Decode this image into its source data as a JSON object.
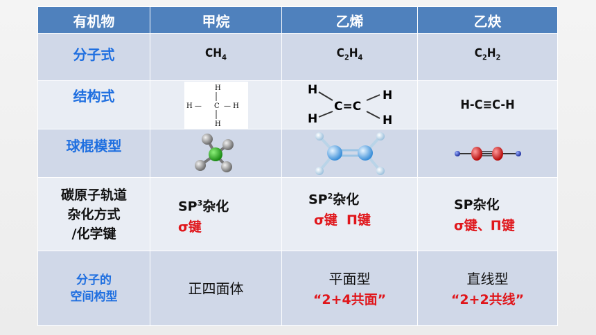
{
  "header": {
    "col0": "有机物",
    "col1": "甲烷",
    "col2": "乙烯",
    "col3": "乙炔"
  },
  "rows": {
    "formula": {
      "label": "分子式",
      "methane": {
        "base": "CH",
        "sub": "4"
      },
      "ethylene": {
        "c": "C",
        "c_sub": "2",
        "h": "H",
        "h_sub": "4"
      },
      "acetylene": {
        "c": "C",
        "c_sub": "2",
        "h": "H",
        "h_sub": "2"
      }
    },
    "structure": {
      "label": "结构式",
      "methane": {
        "h_top": "H",
        "h_left": "H —",
        "c": "C",
        "h_right": "— H",
        "h_bottom": "H"
      },
      "ethylene": {
        "h1": "H",
        "h2": "H",
        "h3": "H",
        "h4": "H",
        "cc": "C=C"
      },
      "acetylene": "H-C≡C-H"
    },
    "model": {
      "label": "球棍模型"
    },
    "orbital": {
      "label_line1": "碳原子轨道",
      "label_line2": "杂化方式",
      "label_line3": "/化学键",
      "methane": {
        "sp": "SP",
        "sup": "3",
        "tail": "杂化",
        "bond": "σ键"
      },
      "ethylene": {
        "sp": "SP",
        "sup": "2",
        "tail": "杂化",
        "bond": "σ键  Π键"
      },
      "acetylene": {
        "hyb": "SP杂化",
        "bond": "σ键、Π键"
      }
    },
    "geometry": {
      "label_line1": "分子的",
      "label_line2": "空间构型",
      "methane": "正四面体",
      "ethylene": {
        "shape": "平面型",
        "note": "“2+4共面”"
      },
      "acetylene": {
        "shape": "直线型",
        "note": "“2+2共线”"
      }
    }
  },
  "colors": {
    "header_bg": "#4f81bd",
    "row_dark": "#d0d8e8",
    "row_light": "#e9edf4",
    "label_blue": "#1f6fe0",
    "bond_red": "#e0161b"
  }
}
